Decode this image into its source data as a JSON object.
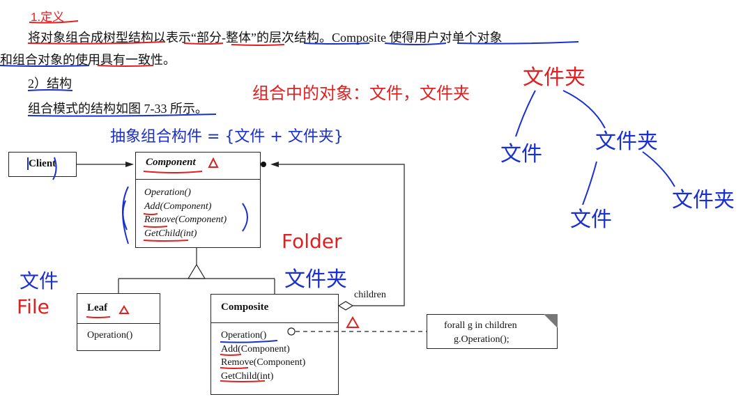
{
  "text": {
    "heading_num": "1.定义",
    "para1_line1": "将对象组合成树型结构以表示“部分-整体”的层次结构。Composite 使得用户对单个对象",
    "para1_line2": "和组合对象的使用具有一致性。",
    "section2": "2）结构",
    "para2": "组合模式的结构如图 7-33 所示。"
  },
  "diagram": {
    "client": "Client",
    "component": {
      "name": "Component",
      "ops": [
        "Operation()",
        "Add(Component)",
        "Remove(Component)",
        "GetChild(int)"
      ]
    },
    "leaf": {
      "name": "Leaf",
      "ops": [
        "Operation()"
      ]
    },
    "composite": {
      "name": "Composite",
      "ops": [
        "Operation()",
        "Add(Component)",
        "Remove(Component)",
        "GetChild(int)"
      ]
    },
    "children_label": "children",
    "note_line1": "forall g in children",
    "note_line2": "g.Operation();"
  },
  "annotations": {
    "combo_objects": "组合中的对象：文件，文件夹",
    "abstract_component": "抽象组合构件 = {文件 + 文件夹}",
    "folder_en": "Folder",
    "folder_cn": "文件夹",
    "file_cn": "文件",
    "file_en": "File",
    "tree_root": "文件夹",
    "tree_left": "文件",
    "tree_mid": "文件夹",
    "tree_bottom": "文件",
    "tree_right": "文件夹",
    "triangle_mark": "Δ"
  },
  "colors": {
    "red_ink": "#e02020",
    "blue_ink": "#1a2fd0",
    "line": "#222222"
  }
}
